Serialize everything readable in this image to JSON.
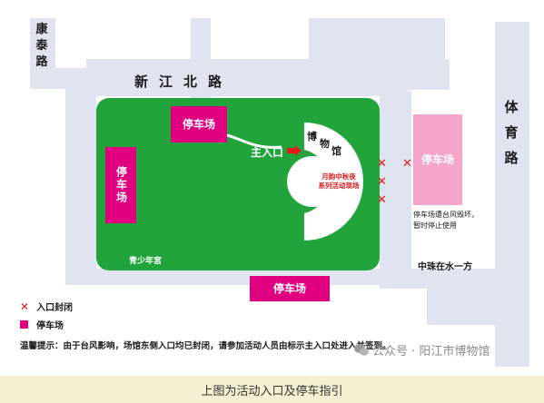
{
  "roads": {
    "kangtai": [
      "康",
      "泰",
      "路"
    ],
    "xinjiang_north": "新江北路",
    "tiyu": [
      "体",
      "育",
      "路"
    ]
  },
  "map": {
    "main_entrance": "主入口",
    "museum": [
      "博",
      "物",
      "馆"
    ],
    "event_venue": [
      "月韵中秋夜",
      "系列活动现场"
    ],
    "youth_palace": "青少年宫",
    "parking_label": "停车场",
    "parking_note": [
      "停车场遭台风毁坏，",
      "暂时停止使用"
    ],
    "zhongzhu": "中珠在水一方"
  },
  "legend": {
    "closed_symbol": "✕",
    "closed_label": "入口封闭",
    "parking_label": "停车场"
  },
  "notice": "温馨提示：由于台风影响，场馆东侧入口均已封闭，请参加活动人员由标示主入口处进入并签到。",
  "watermark": "公众号 · 阳江市博物馆",
  "caption": "上图为活动入口及停车指引",
  "colors": {
    "park_green": "#21a43b",
    "parking_magenta": "#e0007f",
    "parking_closed_pink": "#f4a5c9",
    "road_gray": "#dfe4f0",
    "closed_red": "#e21b1b",
    "caption_bg": "#f7f1d4"
  }
}
